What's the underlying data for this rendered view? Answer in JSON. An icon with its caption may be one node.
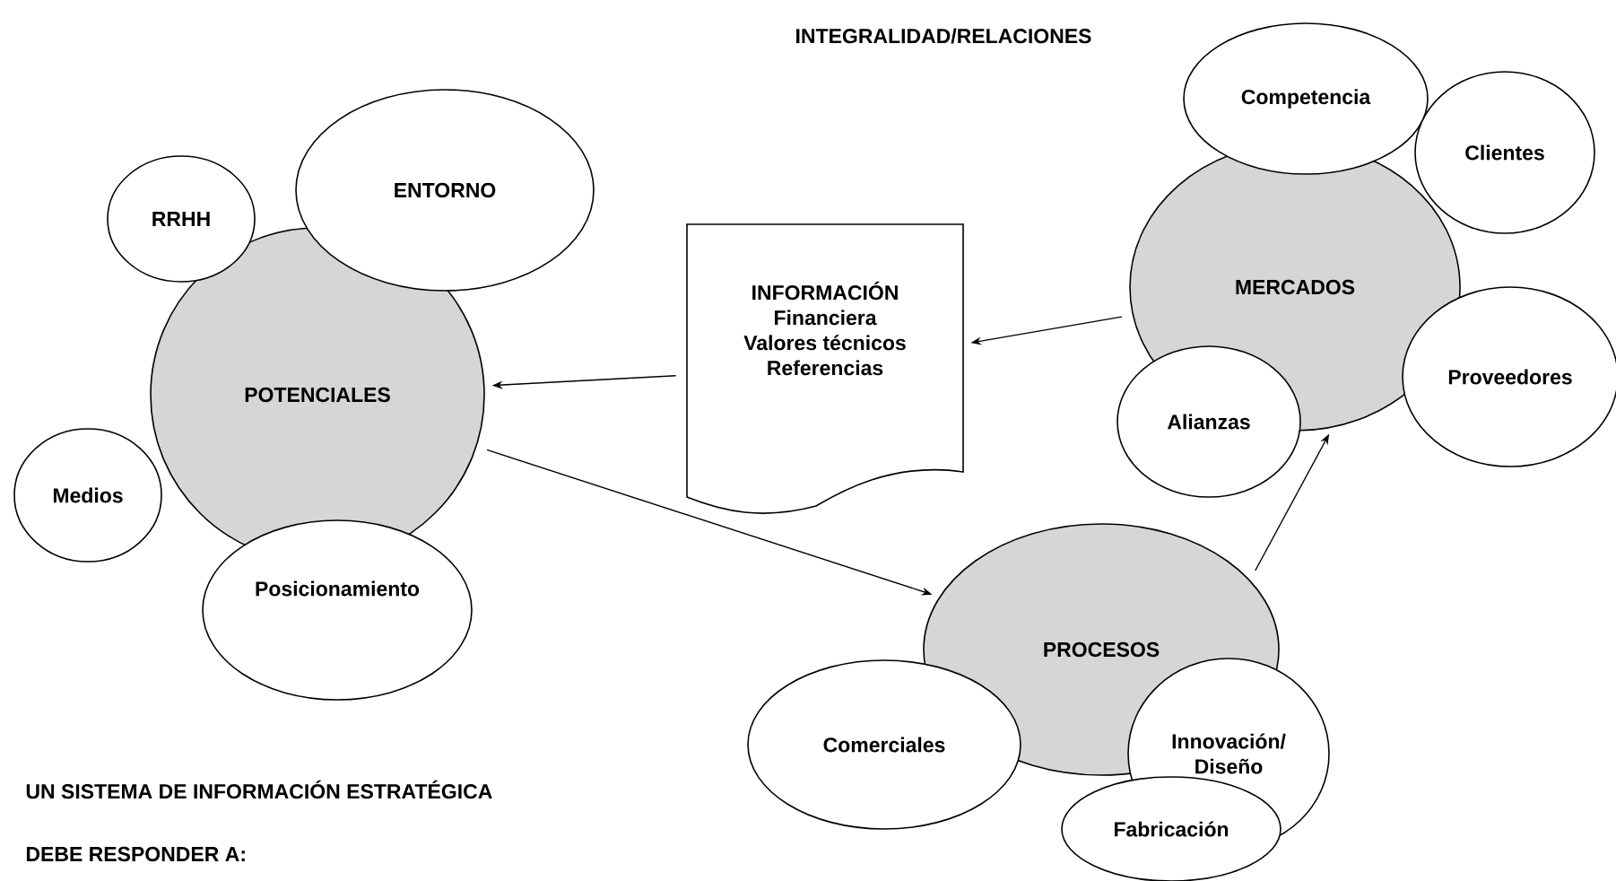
{
  "diagram": {
    "title": "INTEGRALIDAD/RELACIONES",
    "nodes": [
      {
        "text": [
          "POTENCIALES"
        ]
      },
      {
        "text": [
          "RRHH"
        ]
      },
      {
        "text": [
          "ENTORNO"
        ]
      },
      {
        "text": [
          "Medios"
        ]
      },
      {
        "text": [
          "Posicionamiento"
        ]
      },
      {
        "text": [
          "INFORMACIÓN",
          "Financiera",
          "Valores técnicos",
          "Referencias"
        ]
      },
      {
        "text": [
          "MERCADOS"
        ]
      },
      {
        "text": [
          "Competencia"
        ]
      },
      {
        "text": [
          "Clientes"
        ]
      },
      {
        "text": [
          "Proveedores"
        ]
      },
      {
        "text": [
          "Alianzas"
        ]
      },
      {
        "text": [
          "PROCESOS"
        ]
      },
      {
        "text": [
          "Comerciales"
        ]
      },
      {
        "text": [
          "Innovación/ Diseño"
        ]
      },
      {
        "text": [
          "Fabricación"
        ]
      }
    ],
    "edges": [
      {
        "from": 6,
        "to": 5,
        "arrow": "to"
      },
      {
        "from": 5,
        "to": 0,
        "arrow": "to"
      },
      {
        "from": 0,
        "to": 11,
        "arrow": "to"
      },
      {
        "from": 11,
        "to": 6,
        "arrow": "to"
      }
    ],
    "labels": [
      "UN SISTEMA DE INFORMACIÓN ESTRATÉGICA",
      "DEBE RESPONDER A:"
    ]
  }
}
